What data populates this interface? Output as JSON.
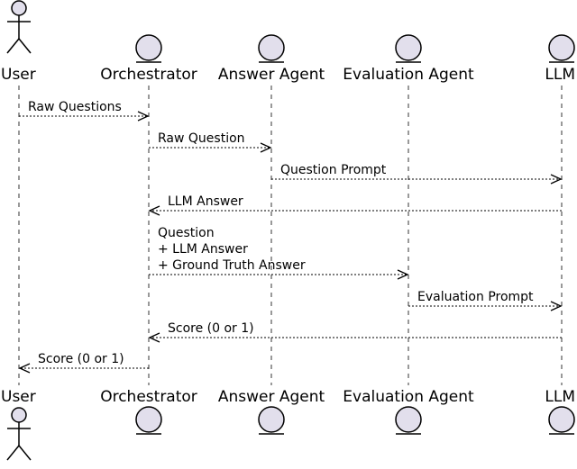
{
  "colors": {
    "ink": "#000000",
    "lifeline": "#333333",
    "entity_fill": "#e2dfec",
    "background": "#ffffff"
  },
  "participants": [
    {
      "id": "user",
      "name": "User",
      "kind": "actor",
      "icon": "actor-stick-figure-icon"
    },
    {
      "id": "orchestrator",
      "name": "Orchestrator",
      "kind": "entity",
      "icon": "entity-circle-icon"
    },
    {
      "id": "answer_agent",
      "name": "Answer Agent",
      "kind": "entity",
      "icon": "entity-circle-icon"
    },
    {
      "id": "evaluation_agent",
      "name": "Evaluation Agent",
      "kind": "entity",
      "icon": "entity-circle-icon"
    },
    {
      "id": "llm",
      "name": "LLM",
      "kind": "entity",
      "icon": "entity-circle-icon"
    }
  ],
  "messages": [
    {
      "from": "user",
      "to": "orchestrator",
      "lines": [
        "Raw Questions"
      ]
    },
    {
      "from": "orchestrator",
      "to": "answer_agent",
      "lines": [
        "Raw Question"
      ]
    },
    {
      "from": "answer_agent",
      "to": "llm",
      "lines": [
        "Question Prompt"
      ]
    },
    {
      "from": "llm",
      "to": "orchestrator",
      "lines": [
        "LLM Answer"
      ]
    },
    {
      "from": "orchestrator",
      "to": "evaluation_agent",
      "lines": [
        "Question",
        "+ LLM Answer",
        "+ Ground Truth Answer"
      ]
    },
    {
      "from": "evaluation_agent",
      "to": "llm",
      "lines": [
        "Evaluation Prompt"
      ]
    },
    {
      "from": "llm",
      "to": "orchestrator",
      "lines": [
        "Score (0 or 1)"
      ]
    },
    {
      "from": "orchestrator",
      "to": "user",
      "lines": [
        "Score (0 or 1)"
      ]
    }
  ]
}
